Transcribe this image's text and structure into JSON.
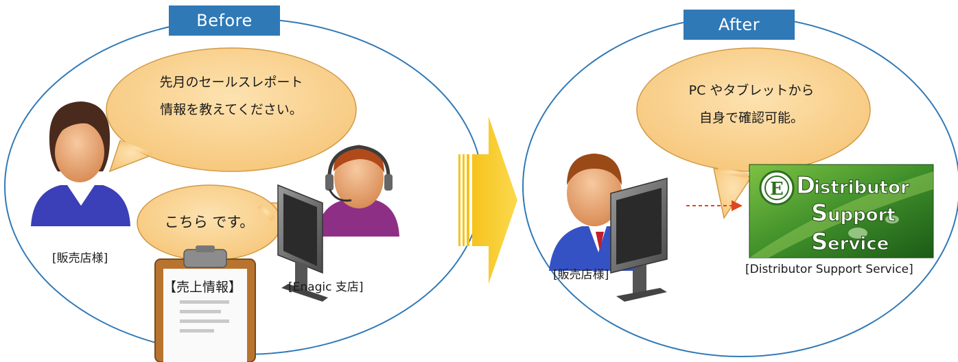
{
  "tabs": {
    "before": "Before",
    "after": "After"
  },
  "bubbles": {
    "question": [
      "先月のセールスレポート",
      "情報を教えてください。"
    ],
    "reply": "こちら です。",
    "answer": [
      "PC やタブレットから",
      "自身で確認可能。"
    ]
  },
  "labels": {
    "distributor": "[販売店様]",
    "branch": "[Enagic 支店]",
    "sales_info": "【売上情報】",
    "distributor_after": "[販売店様]",
    "dss": "[Distributor Support Service]"
  },
  "logo": {
    "text": "Distributor Support Service",
    "emblem": "E"
  },
  "colors": {
    "accent_blue": "#2f79b7",
    "bubble": "#f6c679",
    "arrow_yellow": "#f6c31c",
    "dashed_arrow": "#e0461e",
    "logo_green": "#3f8f2a"
  },
  "icons": [
    "distributor-person-icon",
    "branch-operator-icon",
    "clipboard-icon",
    "pc-monitor-icon",
    "enagic-emblem-icon"
  ]
}
